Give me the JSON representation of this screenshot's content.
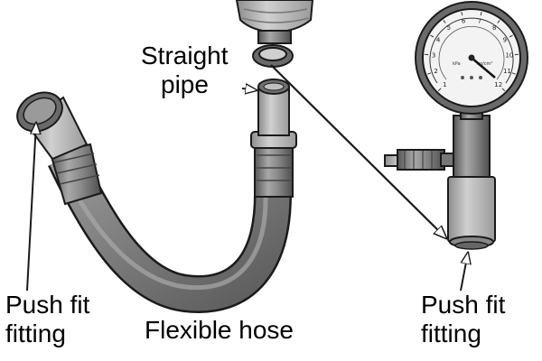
{
  "labels": {
    "straight_pipe": [
      "Straight",
      "pipe"
    ],
    "push_fit_left": [
      "Push fit",
      "fitting"
    ],
    "flexible_hose": "Flexible hose",
    "push_fit_right": [
      "Push fit",
      "fitting"
    ]
  },
  "gauge": {
    "ticks": [
      "1",
      "2",
      "3",
      "4",
      "5",
      "6",
      "7",
      "8",
      "9",
      "10",
      "11",
      "12"
    ],
    "unit_left": "kPa",
    "unit_right": "kg/cm²"
  },
  "colors": {
    "metal_dark": "#5a5a5a",
    "metal_mid": "#8a8a8a",
    "metal_light": "#bdbdbd",
    "hose": "#7b7b7b",
    "outline": "#1a1a1a"
  }
}
